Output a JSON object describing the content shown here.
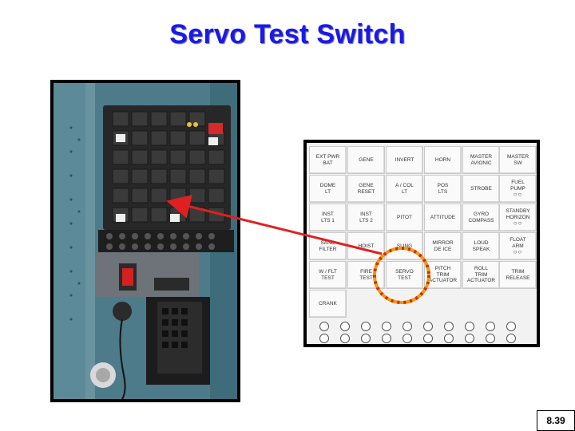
{
  "title": "Servo Test Switch",
  "page_number": "8.39",
  "photo": {
    "alt": "cockpit switch panel photo"
  },
  "panel": {
    "rows": [
      [
        "EXT PWR\nBAT",
        "GENE",
        "INVERT",
        "HORN",
        "MASTER\nAVIONIC",
        "MASTER\nSW"
      ],
      [
        "DOME\nLT",
        "GENE\nRESET",
        "A / COL\nLT",
        "POS\nLTS",
        "STROBE",
        "FUEL\nPUMP"
      ],
      [
        "INST\nLTS 1",
        "INST\nLTS 2",
        "PITOT",
        "ATTITUDE",
        "GYRO\nCOMPASS",
        "STANDBY\nHORIZON"
      ],
      [
        "SAND\nFILTER",
        "HOIST",
        "SLING",
        "MIRROR\nDE ICE",
        "LOUD\nSPEAK",
        "FLOAT\nARM"
      ],
      [
        "W / FLT\nTEST",
        "FIRE\nTEST",
        "SERVO\nTEST",
        "PITCH\nTRIM\nACTUATOR",
        "ROLL\nTRIM\nACTUATOR",
        "TRIM\nRELEASE"
      ],
      [
        "CRANK",
        "",
        "",
        "",
        "",
        ""
      ]
    ],
    "circle_indicators": "○○",
    "highlighted_switch": "SERVO\nTEST"
  },
  "colors": {
    "title": "#1a1ae6",
    "arrow": "#e02020",
    "highlight_ring": "#e8a000",
    "highlight_dash": "#e02020"
  }
}
